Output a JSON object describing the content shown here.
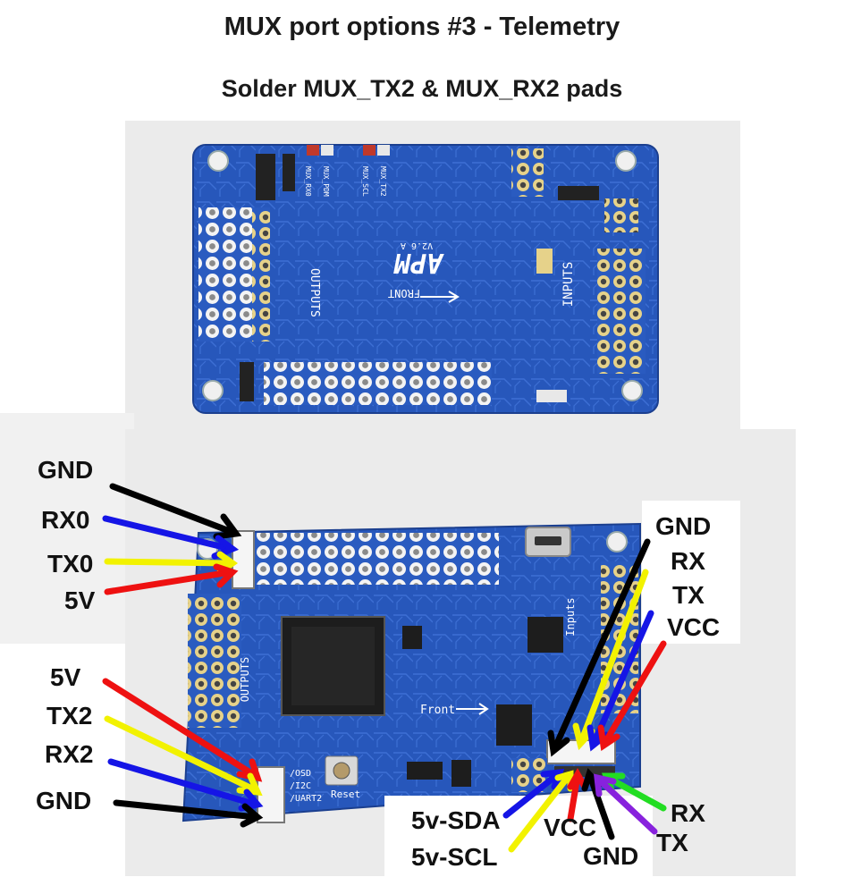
{
  "title": "MUX port options #3 - Telemetry",
  "subtitle": "Solder MUX_TX2 & MUX_RX2 pads",
  "top_board": {
    "logo": "APM",
    "outputs_label": "OUTPUTS",
    "inputs_label": "INPUTS",
    "front_label": "FRONT",
    "version": "V2.6 A",
    "pad_labels": [
      "MUX_RX0",
      "MUX_PDM",
      "MUX_SCL",
      "MUX_TX2"
    ]
  },
  "bottom_board": {
    "front_label": "Front",
    "outputs_label": "OUTPUTS",
    "inputs_label": "Inputs",
    "reset_label": "Reset",
    "port_labels": [
      "/OSD",
      "/I2C",
      "/UART2"
    ]
  },
  "labels": {
    "left_top": [
      "GND",
      "RX0",
      "TX0",
      "5V"
    ],
    "left_bottom": [
      "5V",
      "TX2",
      "RX2",
      "GND"
    ],
    "right_top": [
      "GND",
      "RX",
      "TX",
      "VCC"
    ],
    "bottom_connector": {
      "sda": "5v-SDA",
      "scl": "5v-SCL",
      "vcc": "VCC",
      "gnd": "GND",
      "rx": "RX",
      "tx": "TX"
    }
  },
  "colors": {
    "board_blue": "#2255b8",
    "gnd_arrow": "#000000",
    "rx_arrow": "#1515e6",
    "tx_arrow": "#f2f200",
    "power_arrow": "#ee1111",
    "rx_i2c_arrow": "#22dd22",
    "tx_i2c_arrow": "#8822dd"
  }
}
